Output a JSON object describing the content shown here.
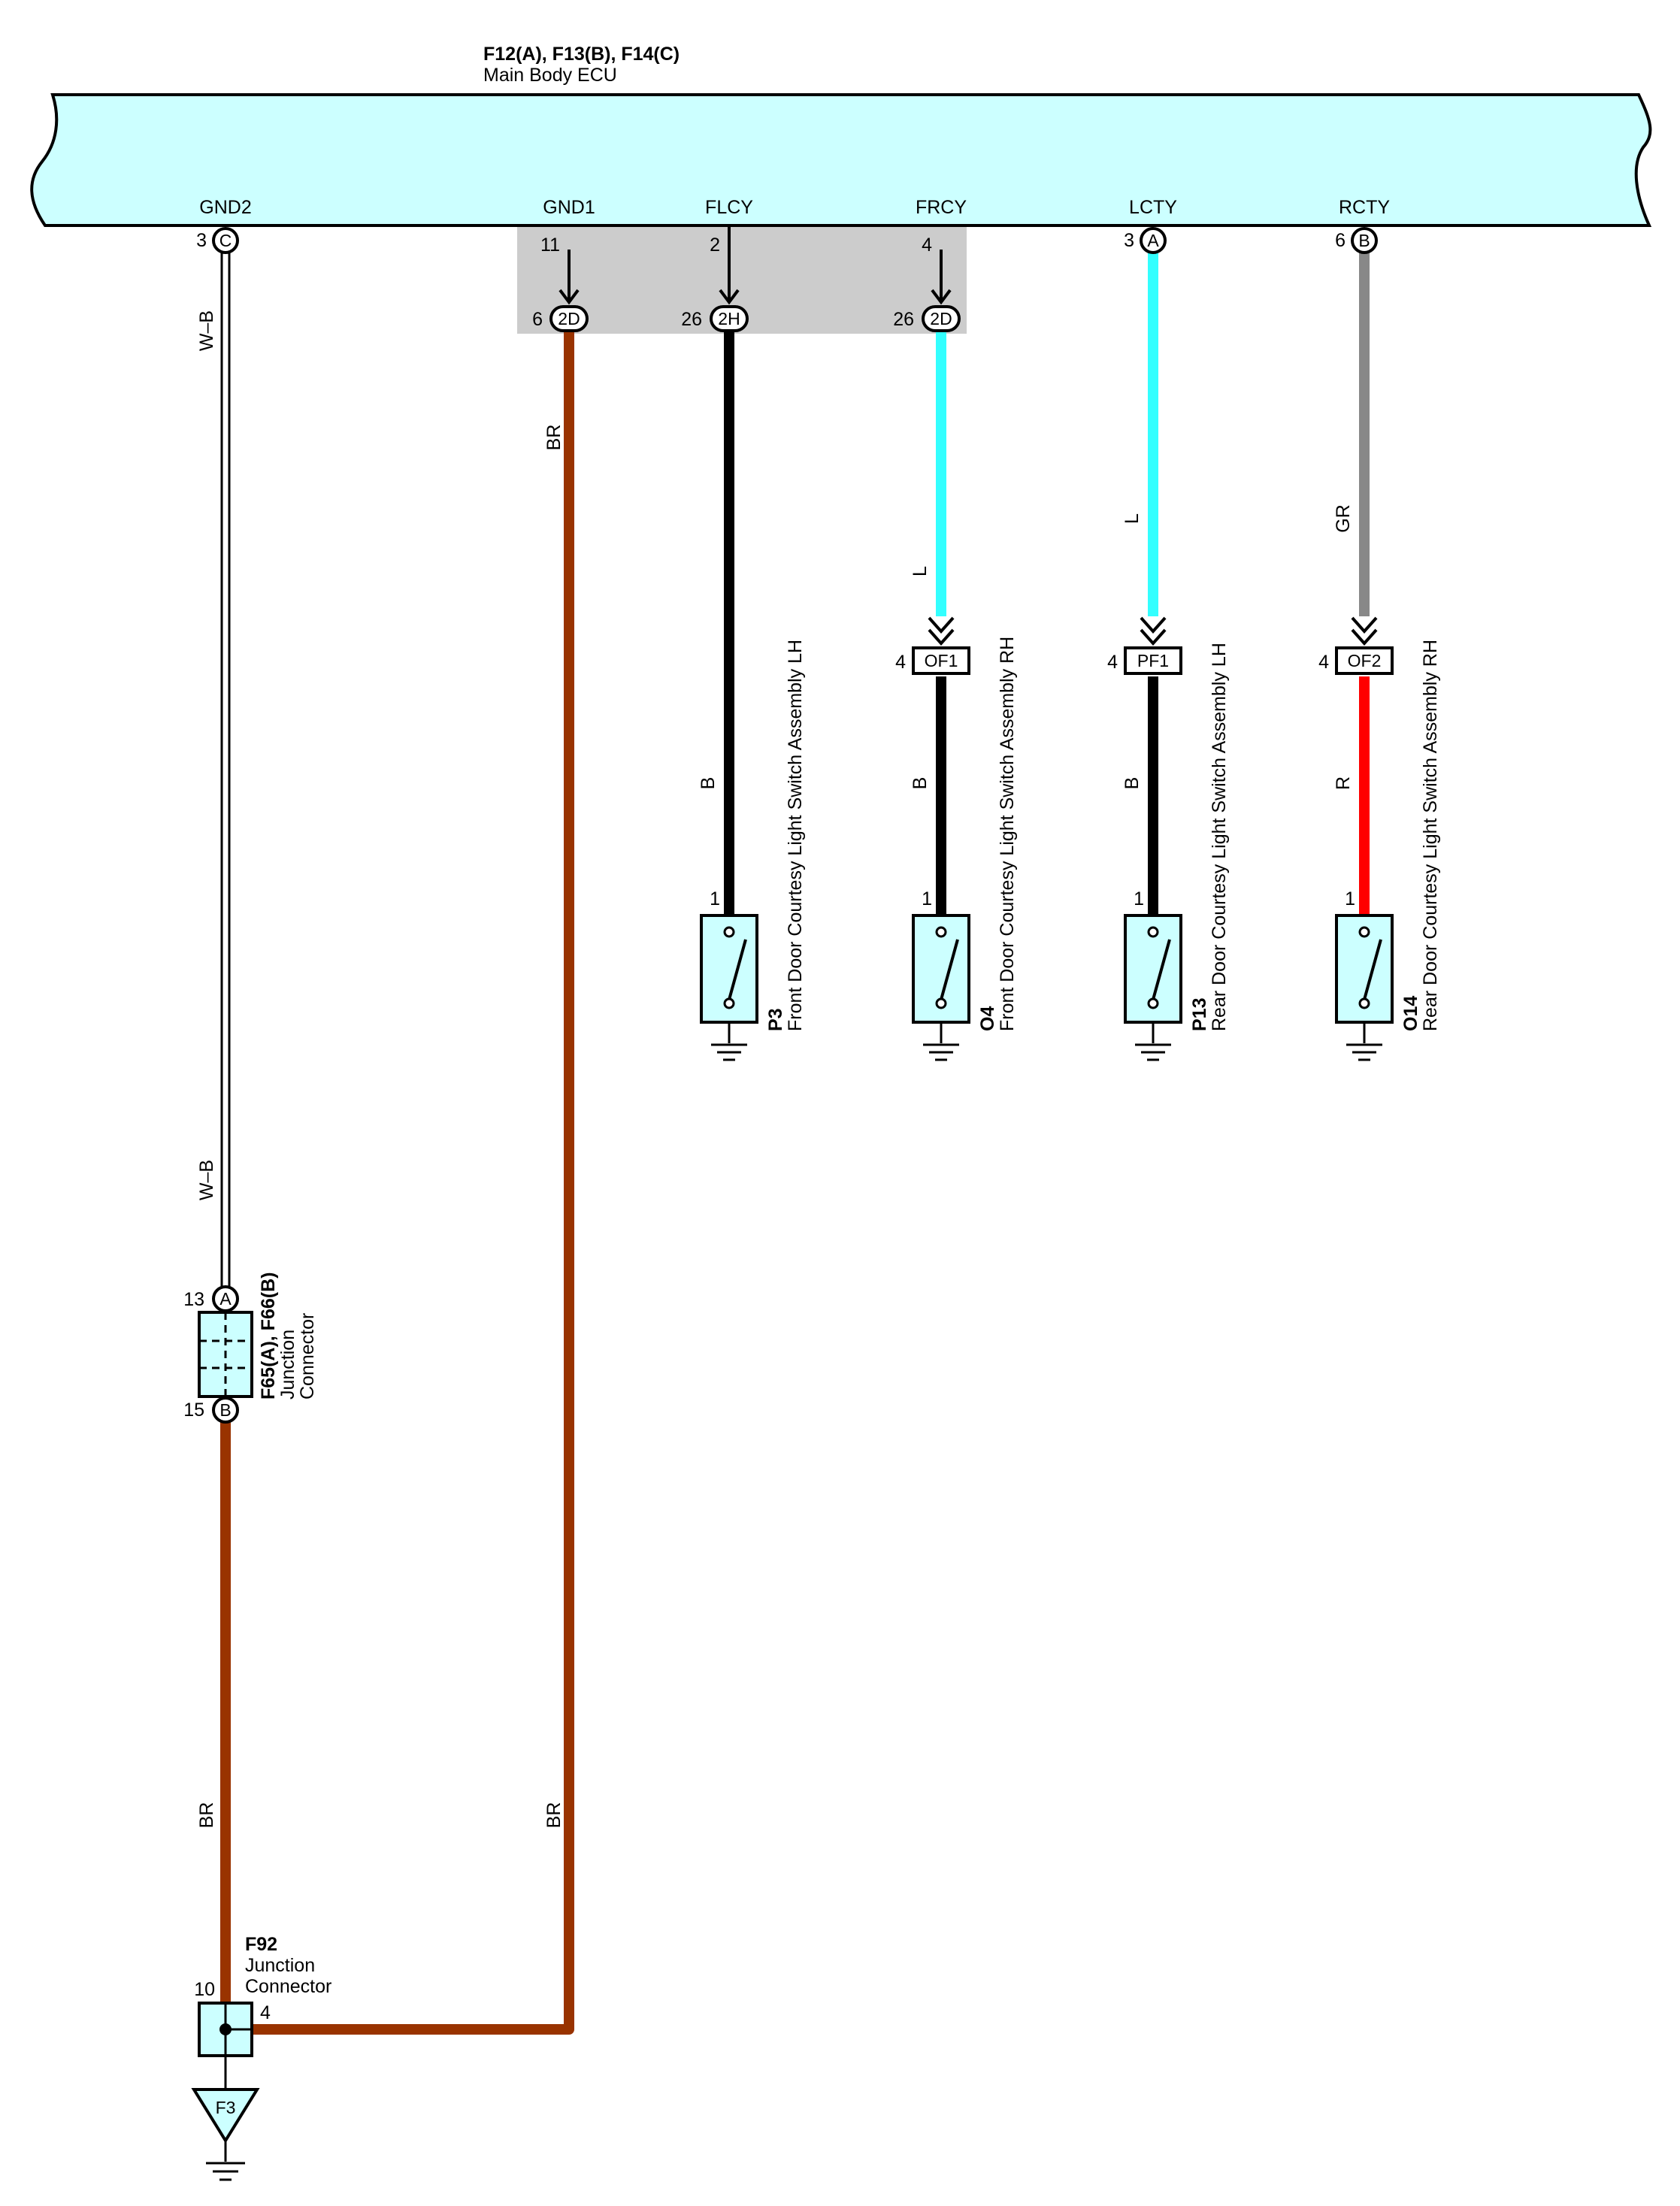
{
  "ecu": {
    "connectors": "F12(A), F13(B), F14(C)",
    "name": "Main Body ECU",
    "fill": "#ccffff",
    "terminals": [
      {
        "name": "GND2",
        "pin": "3",
        "conn": "C"
      },
      {
        "name": "GND1",
        "pin": "11",
        "conn": ""
      },
      {
        "name": "FLCY",
        "pin": "2",
        "conn": ""
      },
      {
        "name": "FRCY",
        "pin": "4",
        "conn": ""
      },
      {
        "name": "LCTY",
        "pin": "3",
        "conn": "A"
      },
      {
        "name": "RCTY",
        "pin": "6",
        "conn": "B"
      }
    ]
  },
  "junction_block": {
    "fill": "#cccccc",
    "connectors": [
      {
        "pin": "6",
        "id": "2D"
      },
      {
        "pin": "26",
        "id": "2H"
      },
      {
        "pin": "26",
        "id": "2D"
      }
    ]
  },
  "wire_colors": {
    "BR": "#993300",
    "B": "#000000",
    "L": "#33ffff",
    "GR": "#888888",
    "R": "#ff0000",
    "W-B": "#ffffff"
  },
  "wire_labels": {
    "gnd2_top": "W–B",
    "gnd2_mid": "W–B",
    "gnd1_top": "BR",
    "gnd1_bottom": "BR",
    "jc_to_f92": "BR",
    "frcy_top": "L",
    "lcty_top": "L",
    "rcty_top": "GR",
    "p3": "B",
    "o4": "B",
    "p13": "B",
    "o14": "R"
  },
  "inline_connectors": [
    {
      "pin": "4",
      "id": "OF1"
    },
    {
      "pin": "4",
      "id": "PF1"
    },
    {
      "pin": "4",
      "id": "OF2"
    }
  ],
  "switches": [
    {
      "code": "P3",
      "name": "Front Door Courtesy Light Switch Assembly LH",
      "pin": "1"
    },
    {
      "code": "O4",
      "name": "Front Door Courtesy Light Switch Assembly RH",
      "pin": "1"
    },
    {
      "code": "P13",
      "name": "Rear Door Courtesy Light Switch Assembly LH",
      "pin": "1"
    },
    {
      "code": "O14",
      "name": "Rear Door Courtesy Light Switch Assembly RH",
      "pin": "1"
    }
  ],
  "junction_connector_1": {
    "code": "F65(A), F66(B)",
    "line1": "Junction",
    "line2": "Connector",
    "top_pin": "13",
    "top_conn": "A",
    "bottom_pin": "15",
    "bottom_conn": "B"
  },
  "junction_connector_2": {
    "code": "F92",
    "line1": "Junction",
    "line2": "Connector",
    "left_pin": "10",
    "right_pin": "4"
  },
  "ground_point": "F3"
}
